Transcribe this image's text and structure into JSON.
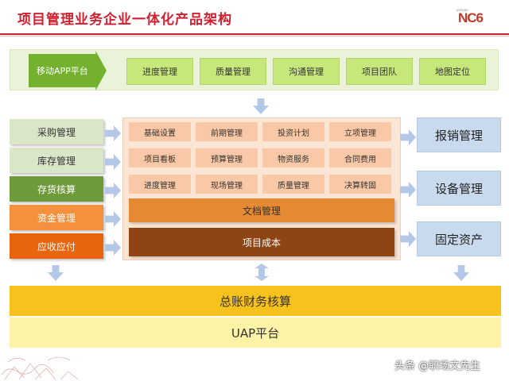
{
  "title": "项目管理业务企业一体化产品架构",
  "brand": {
    "text": "NC6",
    "small": "yonyou"
  },
  "mobile": {
    "label": "移动APP平台",
    "items": [
      "进度管理",
      "质量管理",
      "沟通管理",
      "项目团队",
      "地图定位"
    ]
  },
  "left_modules": [
    "采购管理",
    "库存管理",
    "存货核算",
    "资金管理",
    "应收应付"
  ],
  "center": {
    "grid": [
      [
        "基础设置",
        "前期管理",
        "投资计划",
        "立项管理"
      ],
      [
        "项目看板",
        "预算管理",
        "物资服务",
        "合同费用"
      ],
      [
        "进度管理",
        "现场管理",
        "质量管理",
        "决算转固"
      ]
    ],
    "bar1": "文档管理",
    "bar2": "项目成本"
  },
  "right_modules": [
    "报销管理",
    "设备管理",
    "固定资产"
  ],
  "gl": "总账财务核算",
  "uap": "UAP平台",
  "watermark": "头条 @职场文先生",
  "colors": {
    "title_red": "#d0202f",
    "mobile_green": "#74b12e",
    "light_green": "#c6e87a",
    "left": [
      "#d9e7c8",
      "#d9e7c8",
      "#6f9a3a",
      "#f7903c",
      "#e8650e"
    ],
    "peach": "#f9c9a7",
    "doc_orange": "#e58a32",
    "cost_brown": "#8e4414",
    "right_blue": "#c9d9ee",
    "gl_yellow": "#f7c21b",
    "uap_yellow": "#fdf3a6"
  }
}
